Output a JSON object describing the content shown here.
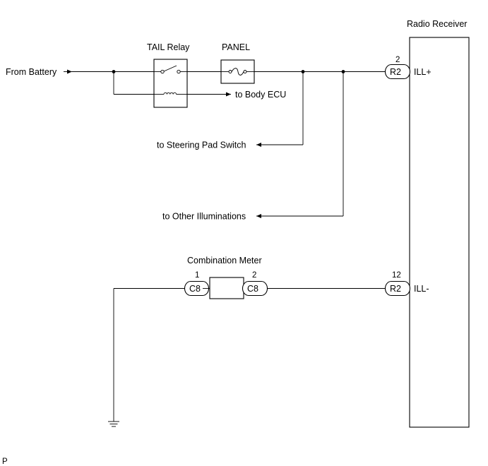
{
  "radio": {
    "title": "Radio Receiver",
    "pins": [
      {
        "connector": "R2",
        "number": "2",
        "name": "ILL+"
      },
      {
        "connector": "R2",
        "number": "12",
        "name": "ILL-"
      }
    ]
  },
  "source": {
    "label": "From Battery"
  },
  "relay": {
    "label": "TAIL Relay",
    "coil_output": "to Body ECU"
  },
  "fuse": {
    "label": "PANEL"
  },
  "branches": {
    "steering": "to Steering Pad Switch",
    "other": "to Other Illuminations"
  },
  "meter": {
    "label": "Combination Meter",
    "pins": [
      {
        "connector": "C8",
        "number": "1"
      },
      {
        "connector": "C8",
        "number": "2"
      }
    ]
  },
  "footer": {
    "code": "P"
  }
}
